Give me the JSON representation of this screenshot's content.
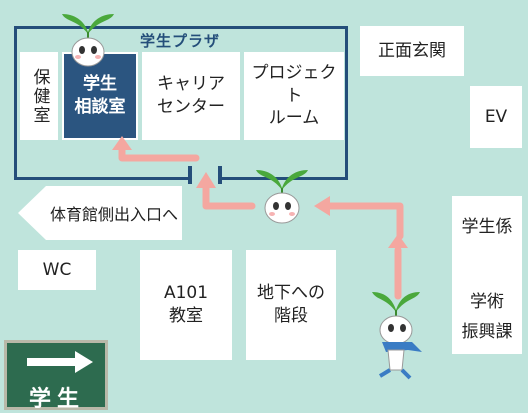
{
  "plaza": {
    "title": "学生プラザ"
  },
  "rooms": {
    "hoken": "保健室",
    "soudan_line1": "学生",
    "soudan_line2": "相談室",
    "career_line1": "キャリア",
    "career_line2": "センター",
    "project_line1": "プロジェクト",
    "project_line2": "ルーム"
  },
  "places": {
    "main_entrance": "正面玄関",
    "ev": "EV",
    "exit": "体育館側出入口へ",
    "wc": "WC",
    "a101_line1": "A101",
    "a101_line2": "教室",
    "stairs_line1": "地下への",
    "stairs_line2": "階段",
    "gakuseigakari": "学生係",
    "gakujutsu_line1": "学術",
    "gakujutsu_line2": "振興課"
  },
  "sign": {
    "text": "学生"
  },
  "colors": {
    "background": "#bfe4dc",
    "frame": "#244e7a",
    "highlight_room": "#2b5580",
    "route_arrow": "#f4a7a0"
  },
  "icons": [
    "sprout-mascot-icon",
    "route-arrow-icon",
    "exit-arrow-icon",
    "door-icon"
  ]
}
